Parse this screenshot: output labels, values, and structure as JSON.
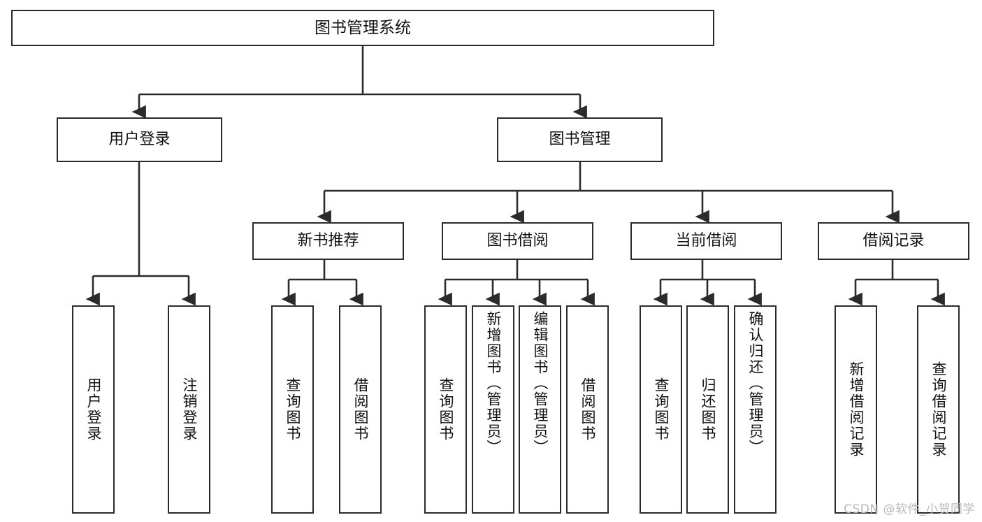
{
  "diagram": {
    "type": "tree-hierarchy",
    "title": "图书管理系统",
    "orientation": "top-down",
    "line_color": "#2b2b2b",
    "box_border_color": "#2b2b2b",
    "box_fill_color": "#ffffff",
    "text_color": "#111111",
    "background_color": "#ffffff"
  },
  "nodes": {
    "root": {
      "label": "图书管理系统"
    },
    "level2": [
      {
        "id": "user-login",
        "label": "用户登录"
      },
      {
        "id": "book-manage",
        "label": "图书管理"
      }
    ],
    "level3": [
      {
        "id": "new-book-recommend",
        "label": "新书推荐"
      },
      {
        "id": "book-borrow",
        "label": "图书借阅"
      },
      {
        "id": "current-borrow",
        "label": "当前借阅"
      },
      {
        "id": "borrow-record",
        "label": "借阅记录"
      }
    ],
    "leaves": [
      {
        "id": "leaf-user-login",
        "parent": "user-login",
        "label": "用户登录"
      },
      {
        "id": "leaf-user-logout",
        "parent": "user-login",
        "label": "注销登录"
      },
      {
        "id": "leaf-query-book-rec",
        "parent": "new-book-recommend",
        "label": "查询图书"
      },
      {
        "id": "leaf-borrow-book-rec",
        "parent": "new-book-recommend",
        "label": "借阅图书"
      },
      {
        "id": "leaf-query-book-borrow",
        "parent": "book-borrow",
        "label": "查询图书"
      },
      {
        "id": "leaf-add-book",
        "parent": "book-borrow",
        "label": "新增图书（管理员）"
      },
      {
        "id": "leaf-edit-book",
        "parent": "book-borrow",
        "label": "编辑图书（管理员）"
      },
      {
        "id": "leaf-borrow-book",
        "parent": "book-borrow",
        "label": "借阅图书"
      },
      {
        "id": "leaf-query-book-current",
        "parent": "current-borrow",
        "label": "查询图书"
      },
      {
        "id": "leaf-return-book",
        "parent": "current-borrow",
        "label": "归还图书"
      },
      {
        "id": "leaf-confirm-return",
        "parent": "current-borrow",
        "label": "确认归还（管理员）"
      },
      {
        "id": "leaf-add-record",
        "parent": "borrow-record",
        "label": "新增借阅记录"
      },
      {
        "id": "leaf-query-record",
        "parent": "borrow-record",
        "label": "查询借阅记录"
      }
    ]
  },
  "watermark": {
    "text": "CSDN @软件_小贺同学"
  }
}
